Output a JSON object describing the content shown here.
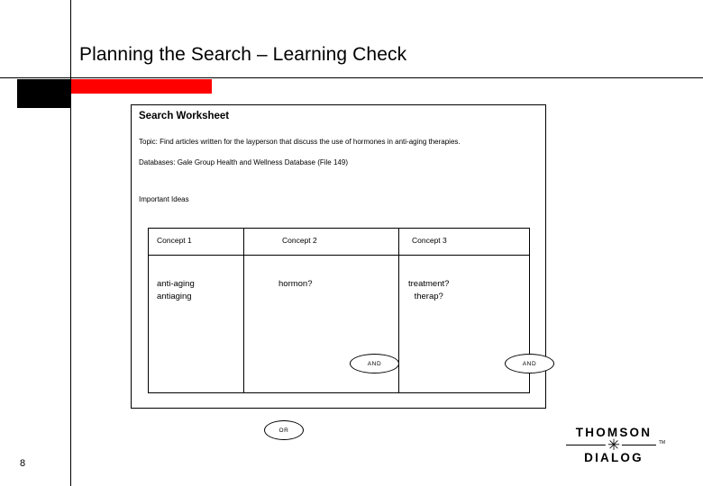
{
  "slide": {
    "title": "Planning the Search – Learning Check",
    "page_number": "8",
    "accent_color": "#ff0000",
    "rule_color": "#000000"
  },
  "logo": {
    "top": "THOMSON",
    "bottom": "DIALOG",
    "star_glyph": "✳",
    "trademark": "TM"
  },
  "worksheet": {
    "title": "Search Worksheet",
    "topic": "Topic:  Find articles written for the layperson that discuss the use of hormones in anti-aging therapies.",
    "databases": "Databases:  Gale Group Health and Wellness Database (File 149)",
    "important_ideas_label": "Important Ideas",
    "columns": [
      {
        "header": "Concept 1",
        "terms": [
          "anti-aging",
          "antiaging"
        ]
      },
      {
        "header": "Concept 2",
        "terms": [
          "hormon?"
        ]
      },
      {
        "header": "Concept 3",
        "terms": [
          "treatment?",
          "therap?"
        ]
      }
    ],
    "operators": {
      "and_1": "AND",
      "and_2": "AND",
      "or_1": "OR"
    }
  }
}
